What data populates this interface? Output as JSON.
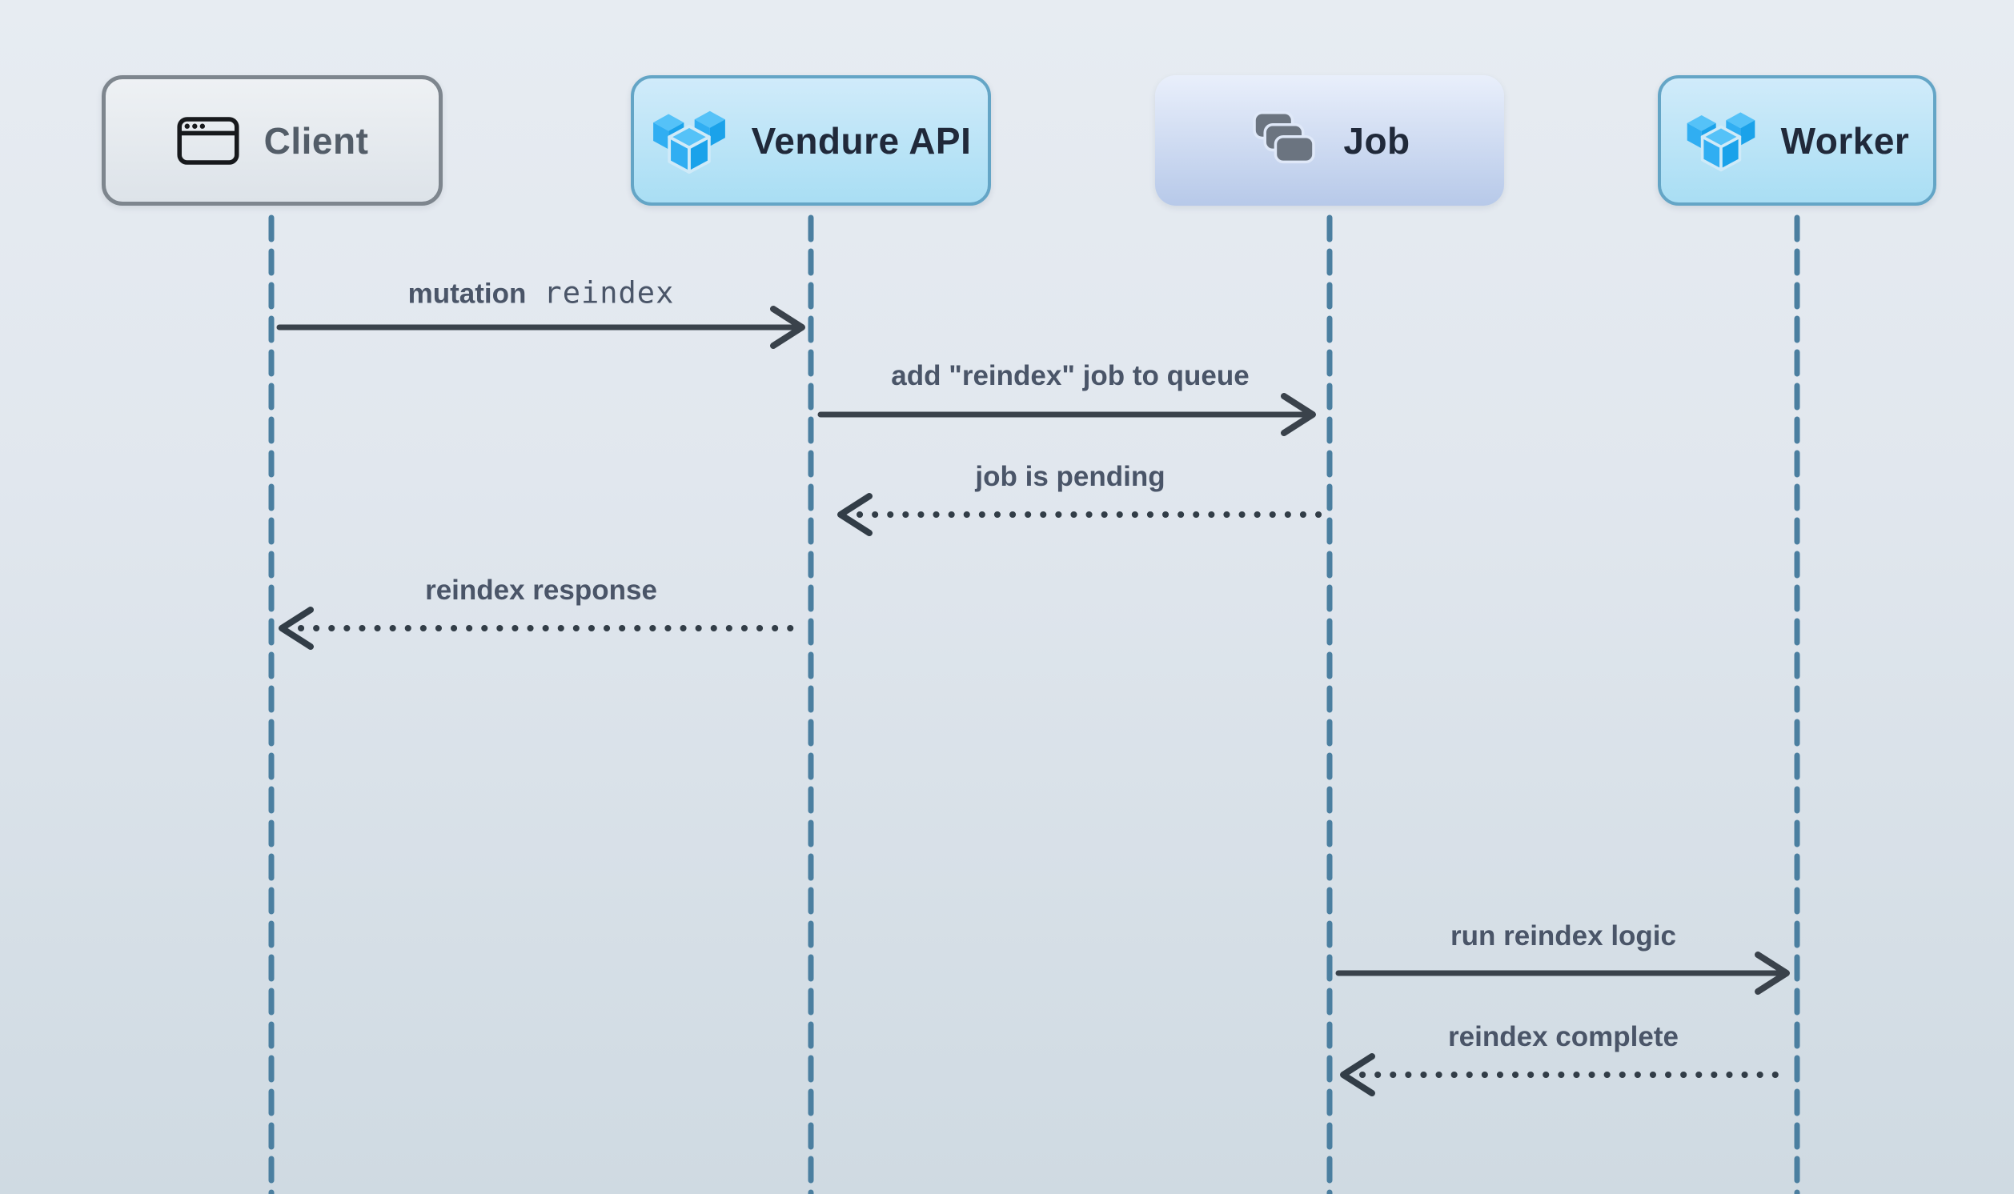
{
  "diagram": {
    "type": "sequence-diagram",
    "actors": [
      {
        "id": "client",
        "label": "Client",
        "icon": "browser-window-icon"
      },
      {
        "id": "vendure",
        "label": "Vendure API",
        "icon": "vendure-cube-icon"
      },
      {
        "id": "job",
        "label": "Job",
        "icon": "stacked-cards-icon"
      },
      {
        "id": "worker",
        "label": "Worker",
        "icon": "vendure-cube-icon"
      }
    ],
    "messages": [
      {
        "from": "Client",
        "to": "Vendure API",
        "label": "mutation",
        "code": "reindex",
        "style": "solid"
      },
      {
        "from": "Vendure API",
        "to": "Job",
        "label": "add \"reindex\" job to queue",
        "style": "solid"
      },
      {
        "from": "Job",
        "to": "Vendure API",
        "label": "job is pending",
        "style": "dotted"
      },
      {
        "from": "Vendure API",
        "to": "Client",
        "label": "reindex response",
        "style": "dotted"
      },
      {
        "from": "Job",
        "to": "Worker",
        "label": "run reindex logic",
        "style": "solid"
      },
      {
        "from": "Worker",
        "to": "Job",
        "label": "reindex complete",
        "style": "dotted"
      }
    ],
    "colors": {
      "background_top": "#e7ecf2",
      "background_bottom": "#cfdae2",
      "lifeline": "#4b7fa0",
      "arrow": "#3a424b",
      "label_text": "#4a5568",
      "vendure_blue": "#2badf1",
      "client_box_border": "#7e868e",
      "vendure_box_border": "#64a5c6",
      "job_box_fill": "#b7c9e9"
    }
  }
}
